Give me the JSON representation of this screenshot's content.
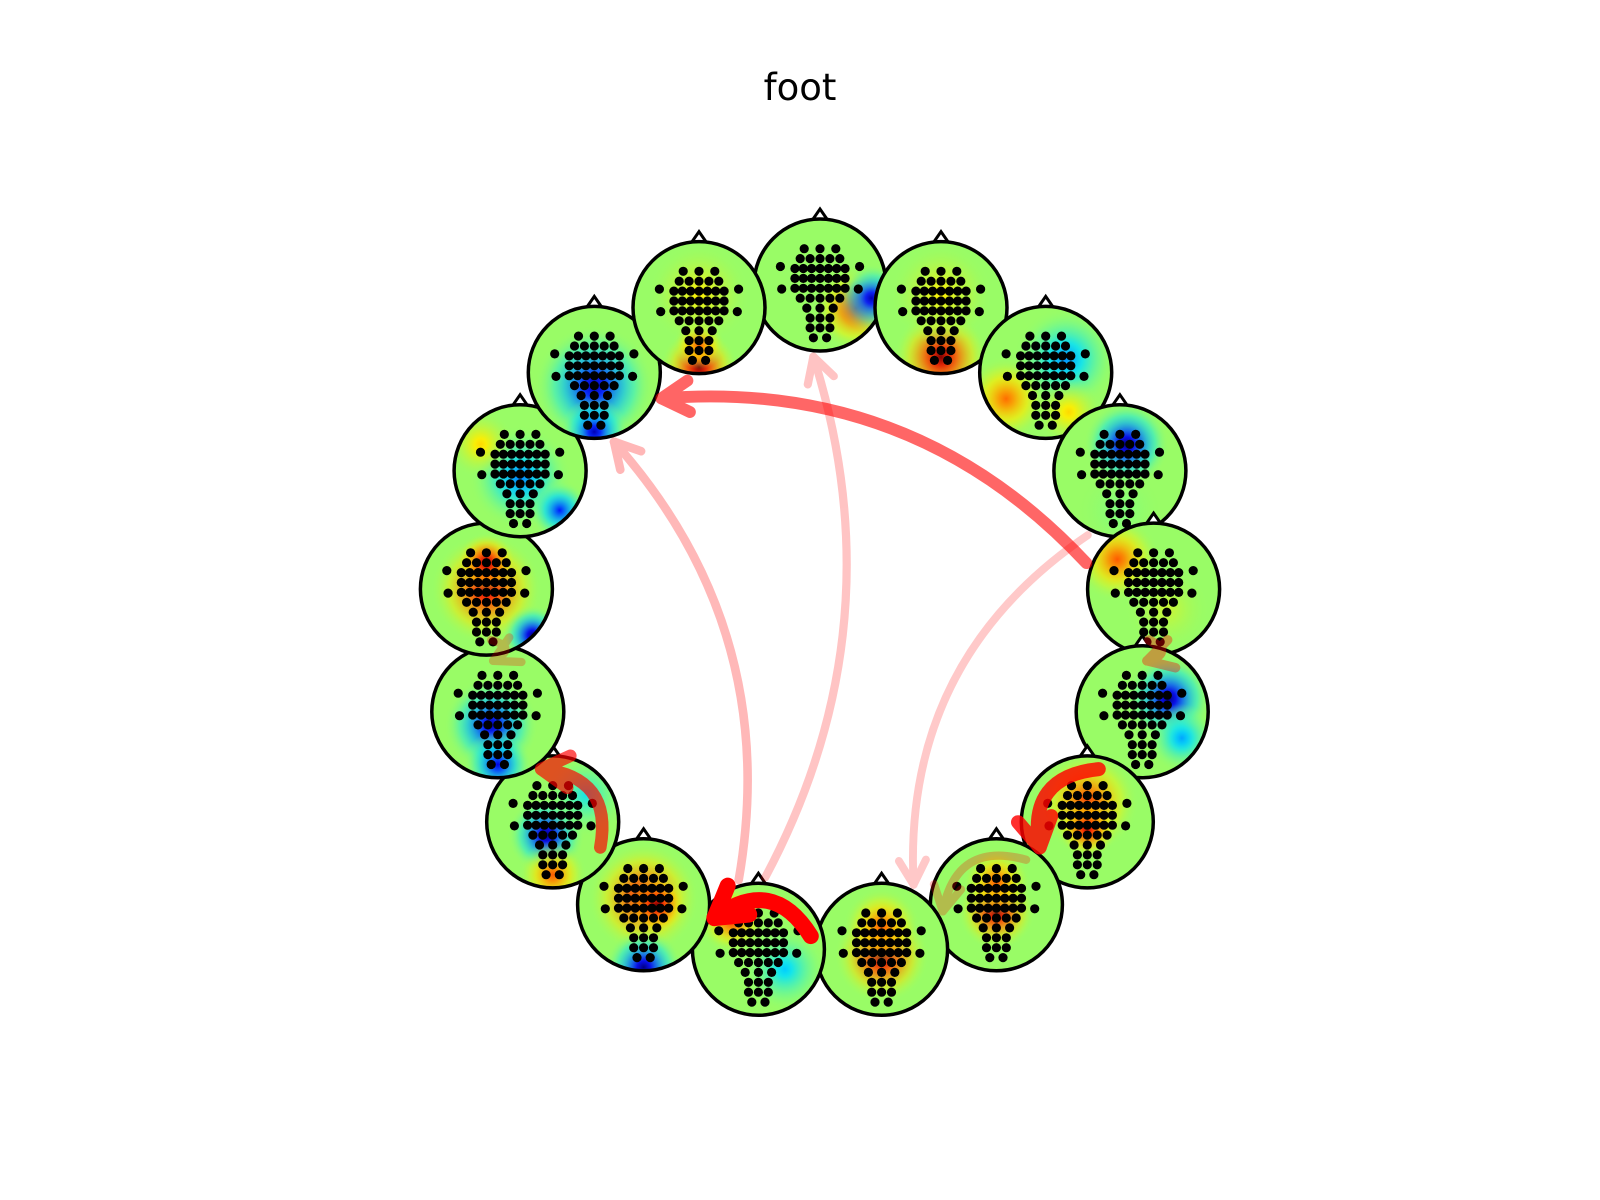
{
  "figure": {
    "title": "foot"
  },
  "colormap": [
    "#00007f",
    "#0000ff",
    "#0080ff",
    "#00e0ff",
    "#7fff7f",
    "#ffee00",
    "#ff8000",
    "#ff2000",
    "#7f0000"
  ],
  "connection_color": "#ff0000",
  "nodes": [
    {
      "hot": [
        [
          0.55,
          -0.35,
          0.8,
          0.5
        ],
        [
          0.78,
          -0.2,
          -0.9,
          0.4
        ]
      ]
    },
    {
      "hot": [
        [
          0.0,
          -0.75,
          1.0,
          0.55
        ],
        [
          0.0,
          0.2,
          0.25,
          0.6
        ]
      ]
    },
    {
      "hot": [
        [
          -0.6,
          -0.4,
          0.55,
          0.5
        ],
        [
          0.3,
          0.2,
          -0.45,
          0.6
        ],
        [
          0.35,
          -0.6,
          0.3,
          0.4
        ]
      ]
    },
    {
      "hot": [
        [
          0.1,
          0.4,
          -1.0,
          0.5
        ],
        [
          0.0,
          -0.6,
          0.0,
          0.5
        ]
      ]
    },
    {
      "hot": [
        [
          -0.55,
          0.45,
          0.6,
          0.5
        ],
        [
          0.2,
          -0.3,
          0.15,
          0.5
        ]
      ]
    },
    {
      "hot": [
        [
          0.4,
          0.2,
          -1.0,
          0.5
        ],
        [
          0.6,
          -0.4,
          -0.4,
          0.4
        ]
      ]
    },
    {
      "hot": [
        [
          0.0,
          0.3,
          0.7,
          0.6
        ],
        [
          0.0,
          -0.1,
          0.9,
          0.35
        ]
      ]
    },
    {
      "hot": [
        [
          0.0,
          -0.1,
          1.0,
          0.45
        ],
        [
          0.0,
          0.35,
          0.6,
          0.4
        ]
      ]
    },
    {
      "hot": [
        [
          0.0,
          -0.1,
          1.0,
          0.55
        ],
        [
          0.0,
          0.35,
          0.6,
          0.45
        ]
      ]
    },
    {
      "hot": [
        [
          -0.4,
          0.45,
          0.7,
          0.4
        ],
        [
          0.4,
          -0.3,
          -0.3,
          0.5
        ]
      ]
    },
    {
      "hot": [
        [
          0.0,
          0.1,
          0.9,
          0.65
        ],
        [
          0.2,
          0.0,
          1.0,
          0.35
        ],
        [
          0.0,
          -0.95,
          -1.0,
          0.45
        ]
      ]
    },
    {
      "hot": [
        [
          -0.1,
          -0.2,
          -1.0,
          0.45
        ],
        [
          0.0,
          -0.8,
          0.6,
          0.4
        ],
        [
          0.5,
          0.4,
          -0.2,
          0.5
        ]
      ]
    },
    {
      "hot": [
        [
          -0.1,
          -0.2,
          -0.9,
          0.55
        ],
        [
          0.0,
          -0.8,
          -0.8,
          0.4
        ]
      ]
    },
    {
      "hot": [
        [
          0.0,
          0.0,
          0.9,
          0.65
        ],
        [
          0.0,
          0.4,
          1.0,
          0.35
        ],
        [
          0.7,
          -0.7,
          -1.0,
          0.35
        ]
      ]
    },
    {
      "hot": [
        [
          0.0,
          -0.1,
          -0.5,
          0.6
        ],
        [
          0.6,
          -0.6,
          -0.7,
          0.35
        ],
        [
          -0.6,
          0.4,
          0.3,
          0.4
        ]
      ]
    },
    {
      "hot": [
        [
          0.0,
          -0.2,
          -0.9,
          0.7
        ],
        [
          0.0,
          -0.9,
          -0.9,
          0.4
        ]
      ]
    },
    {
      "hot": [
        [
          0.0,
          -0.9,
          1.0,
          0.45
        ],
        [
          0.0,
          -0.55,
          0.6,
          0.3
        ],
        [
          0.0,
          0.2,
          0.25,
          0.6
        ]
      ]
    }
  ],
  "connections": [
    {
      "from": 4,
      "to": 15,
      "strength": 0.55
    },
    {
      "from": 9,
      "to": 15,
      "strength": 0.18
    },
    {
      "from": 9,
      "to": 0,
      "strength": 0.13
    },
    {
      "from": 5,
      "to": 4,
      "strength": 0.28
    },
    {
      "from": 5,
      "to": 7,
      "strength": 0.78
    },
    {
      "from": 3,
      "to": 8,
      "strength": 0.1
    },
    {
      "from": 6,
      "to": 8,
      "strength": 0.15
    },
    {
      "from": 8,
      "to": 10,
      "strength": 1.0
    },
    {
      "from": 10,
      "to": 12,
      "strength": 0.62
    },
    {
      "from": 12,
      "to": 13,
      "strength": 0.15
    }
  ]
}
